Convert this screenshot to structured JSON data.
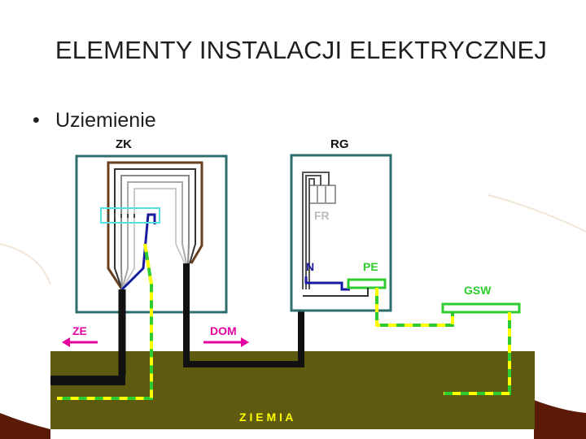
{
  "slide": {
    "title": "ELEMENTY INSTALACJI ELEKTRYCZNEJ",
    "bullet": "Uziemienie"
  },
  "diagram": {
    "labels": {
      "zk": "ZK",
      "rg": "RG",
      "fr": "FR",
      "n": "N",
      "pe": "PE",
      "gsw": "GSW",
      "ze": "ZE",
      "dom": "DOM",
      "ziemia": "Z I E M I A"
    }
  },
  "colors": {
    "ground": "#5e5a10",
    "box_border": "#2f6c6c",
    "pe_wire": "#2ecc2e",
    "pe_dash": "#ffff00",
    "neutral_wire": "#1a1aa0",
    "main_cable": "#111111",
    "brown_wire": "#6b3f1d",
    "arrow": "#e600a0",
    "fuse_highlight": "#55e0e0",
    "corner_decor": "#5a1a06"
  }
}
